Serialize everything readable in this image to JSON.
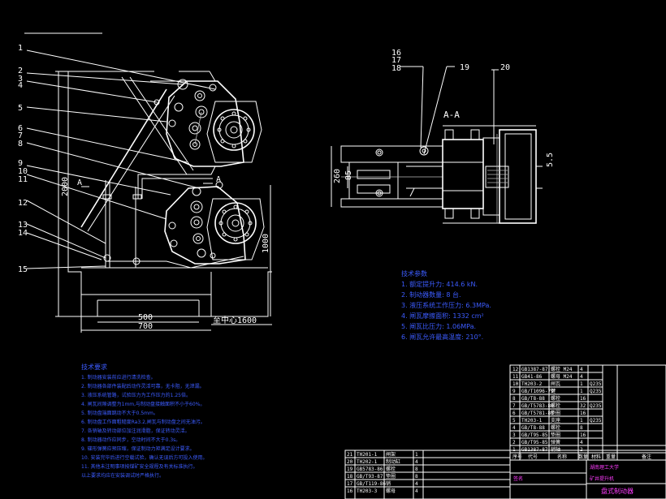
{
  "callouts_left": [
    "1",
    "2",
    "3",
    "4",
    "5",
    "6",
    "7",
    "8",
    "9",
    "10",
    "11",
    "12",
    "13",
    "14",
    "15"
  ],
  "callouts_right": [
    "16",
    "17",
    "18",
    "19",
    "20"
  ],
  "section_marker": "A",
  "section_title": "A-A",
  "dimensions": {
    "height_total": "2000",
    "height_lower": "1000",
    "width_inner": "500",
    "width_outer": "700",
    "rail_note": "至中心1600",
    "sec_width": "260",
    "sec_inner": "85",
    "sec_side": "5.5"
  },
  "tech_params": {
    "heading": "技术参数",
    "items": [
      "1. 额定提升力: 414.6 kN.",
      "2. 制动器数量: 8 台.",
      "3. 液压系统工作压力: 6.3MPa.",
      "4. 闸瓦摩擦面积: 1332 cm²",
      "5. 闸瓦比压力: 1.06MPa.",
      "6. 闸瓦允许最高温度: 210°."
    ]
  },
  "tech_req": {
    "heading": "技术要求",
    "items": [
      "1. 制动器安装前应进行清洗检查。",
      "2. 制动器各部件装配后动作灵活可靠，无卡阻，无泄漏。",
      "3. 液压系统管路，试验压力为工作压力的1.25倍。",
      "4. 闸瓦间隙调整为1mm,与制动盘接触面积不小于60%。",
      "5. 制动盘端面跳动不大于0.5mm。",
      "6. 制动盘工作面粗糙度Ra3.2,闸瓦与制动盘之间无油污。",
      "7. 各销轴及转动部位加注润滑脂，保证转动灵活。",
      "8. 制动器动作应同步，空动时间不大于0.3s。",
      "9. 碟形弹簧应预压缩，保证制动力矩满足设计要求。",
      "10. 安装完毕后进行空载试验，确认无误后方可投入使用。",
      "11. 其他未注明事项按煤矿安全规程及有关标准执行。",
      "以上要求均应在安装调试时严格执行。"
    ]
  },
  "bom_rows": [
    [
      "12",
      "GB1387-87",
      "螺栓 M24",
      "4"
    ],
    [
      "11",
      "GB41-86",
      "螺母 M24",
      "4"
    ],
    [
      "10",
      "TH203-2",
      "闸瓦",
      "1"
    ],
    [
      "9",
      "GB/T1096-79",
      "键",
      "1"
    ],
    [
      "8",
      "GB/T8-88",
      "螺栓",
      "16"
    ],
    [
      "7",
      "GB/T5783-86",
      "螺栓",
      "32"
    ],
    [
      "6",
      "GB/T5781-86",
      "垫圈",
      "16"
    ],
    [
      "5",
      "TH203-1",
      "支座",
      "1"
    ],
    [
      "4",
      "GB/T8-88",
      "螺栓",
      "8"
    ],
    [
      "3",
      "GB/T95-85",
      "垫圈",
      "16"
    ],
    [
      "2",
      "GB/T95-85",
      "弹簧",
      "4"
    ],
    [
      "1",
      "GB1387-87",
      "销轴",
      "2"
    ]
  ],
  "bom_materials": [
    "Q235",
    "Q235",
    "Q235",
    "Q235"
  ],
  "bom_header": [
    "序号",
    "代号",
    "名称",
    "数量",
    "材料",
    "重量",
    "备注"
  ],
  "bom_lower": [
    [
      "21",
      "TH201-1",
      "闸架",
      "1"
    ],
    [
      "20",
      "TH202-1",
      "制动缸",
      "4"
    ],
    [
      "19",
      "GB5783-86",
      "螺栓",
      "8"
    ],
    [
      "18",
      "GB/T93-87",
      "垫圈",
      "8"
    ],
    [
      "17",
      "GB/T119-86",
      "销",
      "4"
    ],
    [
      "16",
      "TH203-3",
      "螺母",
      "4"
    ]
  ],
  "title_block": {
    "school": "湖南理工大学",
    "drawing": "矿井提升机",
    "name": "盘式制动器",
    "sign": "签名"
  }
}
